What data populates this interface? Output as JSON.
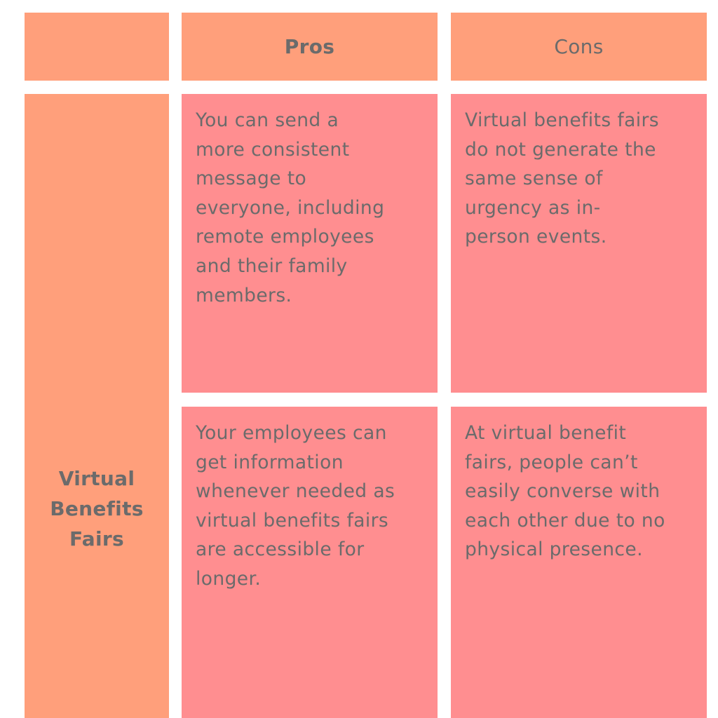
{
  "table": {
    "corner": "",
    "headers": {
      "pros": "Pros",
      "cons": "Cons"
    },
    "row_label": "Virtual\nBenefits\nFairs",
    "rows": [
      {
        "pro": "You can send a\nmore consistent\nmessage to\neveryone, including\nremote employees\nand their family\nmembers.",
        "con": "Virtual benefits fairs\ndo not generate the\nsame sense of\nurgency as in-\nperson events."
      },
      {
        "pro": "Your employees can\nget information\nwhenever needed as\nvirtual benefits fairs\nare accessible for\nlonger.",
        "con": "At virtual benefit\nfairs, people can’t\neasily converse with\neach other due to no\nphysical presence."
      }
    ]
  },
  "colors": {
    "header_fill": "#ff9f7b",
    "cell_fill": "#ff8e90",
    "text": "#6b6b6b",
    "background": "#ffffff"
  }
}
